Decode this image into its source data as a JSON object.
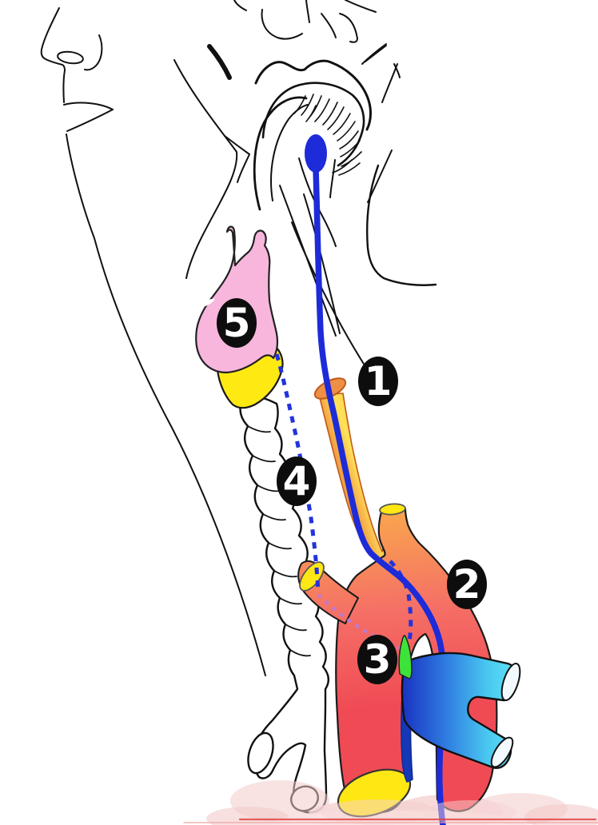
{
  "figure": {
    "description": "Sagittal head and neck anatomical diagram showing a blue nerve pathway from the tongue descending past the larynx, thyroid and trachea, looping at the aortic arch near the pulmonary artery, with five numbered structures",
    "badges": [
      {
        "number": "1"
      },
      {
        "number": "2"
      },
      {
        "number": "3"
      },
      {
        "number": "4"
      },
      {
        "number": "5"
      }
    ],
    "colors": {
      "nerve_blue": "#1D2BD8",
      "dashed_nerve_blue": "#2233DC",
      "hidden_path_purple": "#C478C8",
      "larynx_pink": "#F8B6DD",
      "thyroid_yellow": "#FFE912",
      "esophagus_yellow": "#FFE25A",
      "artery_orange": "#F9A54E",
      "artery_red": "#F04B55",
      "vessel_cut_yellow": "#FFE713",
      "pulmonary_cyan": "#63E9F8",
      "pulmonary_navy": "#1438B8",
      "ligament_green": "#3EE339",
      "lung_pink": "#F3CBCB",
      "outline_black": "#111111",
      "badge_black": "#0D0D0D",
      "badge_text": "#FFFFFF"
    }
  }
}
